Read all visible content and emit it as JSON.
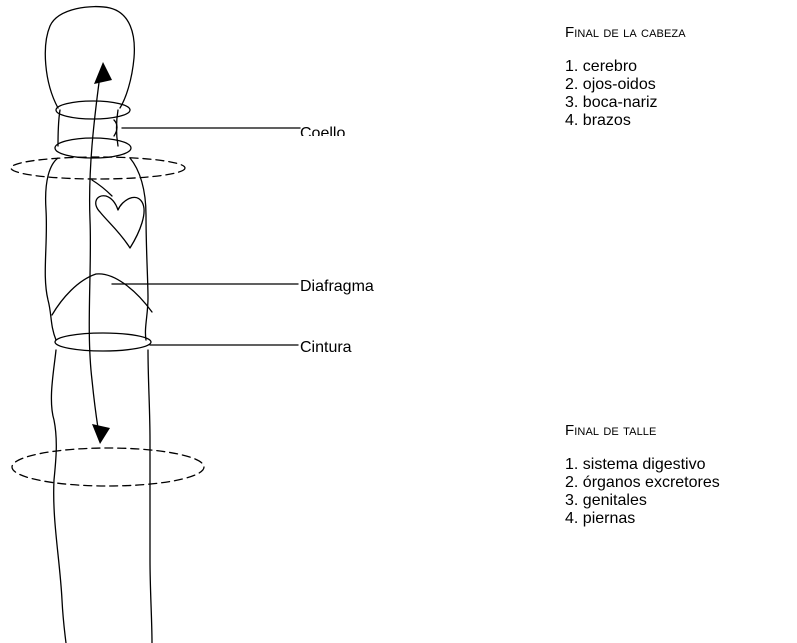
{
  "labels": {
    "neck": "Coello",
    "diaphragm": "Diafragma",
    "waist": "Cintura"
  },
  "head_end": {
    "title": "Final de la cabeza",
    "items": [
      "1. cerebro",
      "2. ojos-oidos",
      "3. boca-nariz",
      "4. brazos"
    ]
  },
  "waist_end": {
    "title": "Final de talle",
    "items": [
      "1. sistema digestivo",
      "2. órganos excretores",
      "3. genitales",
      "4. piernas"
    ]
  }
}
